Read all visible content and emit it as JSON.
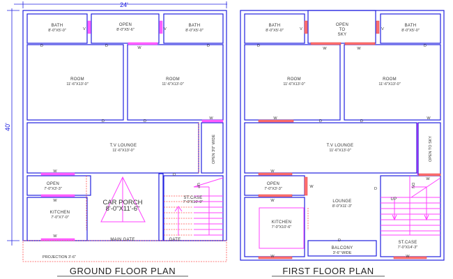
{
  "dimensions": {
    "width": "24'",
    "depth": "40'"
  },
  "ground_floor": {
    "title": "GROUND FLOOR PLAN",
    "bath_left": {
      "name": "BATH",
      "size": "8'-0\"X5'-0\""
    },
    "open_top": {
      "name": "OPEN",
      "size": "8'-0\"X5'-6\""
    },
    "bath_right": {
      "name": "BATH",
      "size": "8'-0\"X5'-0\""
    },
    "room_left": {
      "name": "ROOM",
      "size": "11'-6\"X13'-0\""
    },
    "room_right": {
      "name": "ROOM",
      "size": "11'-6\"X13'-0\""
    },
    "tv_lounge": {
      "name": "T.V LOUNGE",
      "size": "11'-6\"X13'-0\""
    },
    "open_strip": "OPEN 3'0\" WIDE",
    "open_small": {
      "name": "OPEN",
      "size": "7'-0\"X3'-3\""
    },
    "kitchen": {
      "name": "KITCHEN",
      "size": "7'-0\"X7'-0\""
    },
    "car_porch": {
      "name": "CAR PORCH",
      "size": "8'-0\"X11'-6\""
    },
    "staircase": {
      "name": "ST.CASE",
      "size": "7'-0\"X10'-9\"",
      "direction": "UP"
    },
    "main_gate": "MAIN GATE",
    "gate": "GATE",
    "projection": "PROJECTION  3'-6\""
  },
  "first_floor": {
    "title": "FIRST FLOOR PLAN",
    "bath_left": {
      "name": "BATH",
      "size": "8'-0\"X5'-0\""
    },
    "open_to_sky": [
      "OPEN",
      "TO",
      "SKY"
    ],
    "bath_right": {
      "name": "BATH",
      "size": "8'-0\"X5'-0\""
    },
    "room_left": {
      "name": "ROOM",
      "size": "11'-6\"X13'-0\""
    },
    "room_right": {
      "name": "ROOM",
      "size": "11'-6\"X13'-0\""
    },
    "tv_lounge": {
      "name": "T.V LOUNGE",
      "size": "11'-6\"X13'-0\""
    },
    "open_strip": "OPEN TO SKY",
    "open_small": {
      "name": "OPEN",
      "size": "7'-0\"X3'-3\""
    },
    "kitchen": {
      "name": "KITCHEN",
      "size": "7'-0\"X10'-6\""
    },
    "lounge": {
      "name": "LOUNGE",
      "size": "8'-0\"X11'-3\""
    },
    "balcony": {
      "name": "BALCONY",
      "size": "3'-6\" WIDE"
    },
    "staircase": {
      "name": "ST.CASE",
      "size": "7'-0\"X14'-3\"",
      "up": "UP",
      "down": "DN"
    }
  },
  "marks": {
    "door": "D",
    "window": "W",
    "ventilator": "V"
  },
  "colors": {
    "wall": "#2020e0",
    "opening": "#ff40ff",
    "window_ff": "#ff7070",
    "dashed": "#ff5050"
  }
}
